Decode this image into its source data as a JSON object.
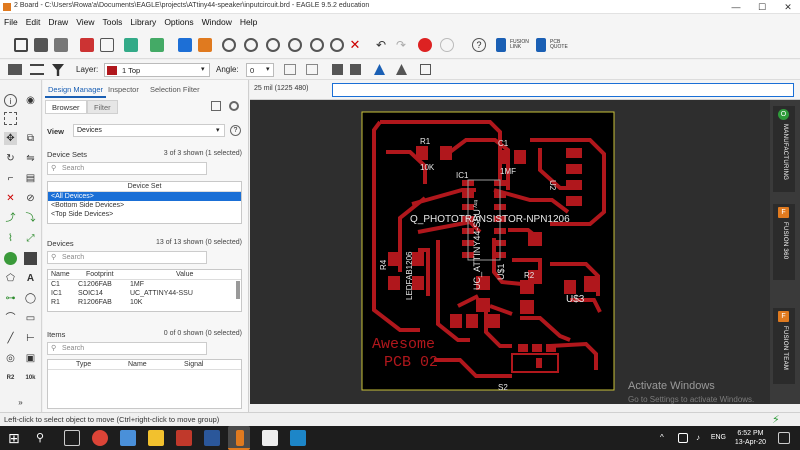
{
  "window": {
    "title": "2 Board - C:\\Users\\Rowa'a\\Documents\\EAGLE\\projects\\ATtiny44-speaker\\inputcircuit.brd - EAGLE 9.5.2 education",
    "minimize": "—",
    "maximize": "☐",
    "close": "✕"
  },
  "menu": [
    "File",
    "Edit",
    "Draw",
    "View",
    "Tools",
    "Library",
    "Options",
    "Window",
    "Help"
  ],
  "toolbar": {
    "fusion_link": "FUSION LINK",
    "pcb_quote": "PCB QUOTE"
  },
  "layerbar": {
    "layer_label": "Layer:",
    "layer_value": "1 Top",
    "layer_color": "#b0171c",
    "angle_label": "Angle:",
    "angle_value": "0"
  },
  "panel": {
    "tabs": [
      "Design Manager",
      "Inspector",
      "Selection Filter"
    ],
    "subtabs": [
      "Browser",
      "Filter"
    ],
    "view_label": "View",
    "view_value": "Devices",
    "device_sets": {
      "title": "Device Sets",
      "count": "3 of 3 shown (1 selected)",
      "search_placeholder": "Search",
      "header": "Device Set",
      "items": [
        "<All Devices>",
        "<Bottom Side Devices>",
        "<Top Side Devices>"
      ]
    },
    "devices": {
      "title": "Devices",
      "count": "13 of 13 shown (0 selected)",
      "search_placeholder": "Search",
      "columns": [
        "Name",
        "Footprint",
        "Value"
      ],
      "rows": [
        [
          "C1",
          "C1206FAB",
          "1MF"
        ],
        [
          "IC1",
          "SOIC14",
          "UC_ATTINY44-SSU"
        ],
        [
          "R1",
          "R1206FAB",
          "10K"
        ]
      ]
    },
    "items": {
      "title": "Items",
      "count": "0 of 0 shown (0 selected)",
      "search_placeholder": "Search",
      "columns": [
        "Type",
        "Name",
        "Signal"
      ]
    }
  },
  "command": {
    "coord": "25 mil (1225 480)",
    "value": ""
  },
  "board": {
    "labels": {
      "r1": "R1",
      "r1v": "10K",
      "c1": "C1",
      "c1v": "1MF",
      "ic1": "IC1",
      "u2": "U2",
      "photo": "Q_PHOTOTRANSISTOR-NPN1206",
      "r4": "R4",
      "led": "LEDFAB1206",
      "attiny": "UC_ATTINY44-SSU",
      "u1": "U$1",
      "r2": "R2",
      "u3": "U$3",
      "s2": "S2",
      "awesome1": "Awesome",
      "awesome2": "PCB 02",
      "tiny": "tiny"
    },
    "copper": "#b0171c",
    "background": "#000000"
  },
  "rightrail": [
    "MANUFACTURING",
    "FUSION 360",
    "FUSION TEAM"
  ],
  "status": "Left-click to select object to move (Ctrl+right-click to move group)",
  "watermark": {
    "title": "Activate Windows",
    "sub": "Go to Settings to activate Windows."
  },
  "taskbar": {
    "lang": "ENG",
    "time": "6:52 PM",
    "date": "13-Apr-20"
  }
}
